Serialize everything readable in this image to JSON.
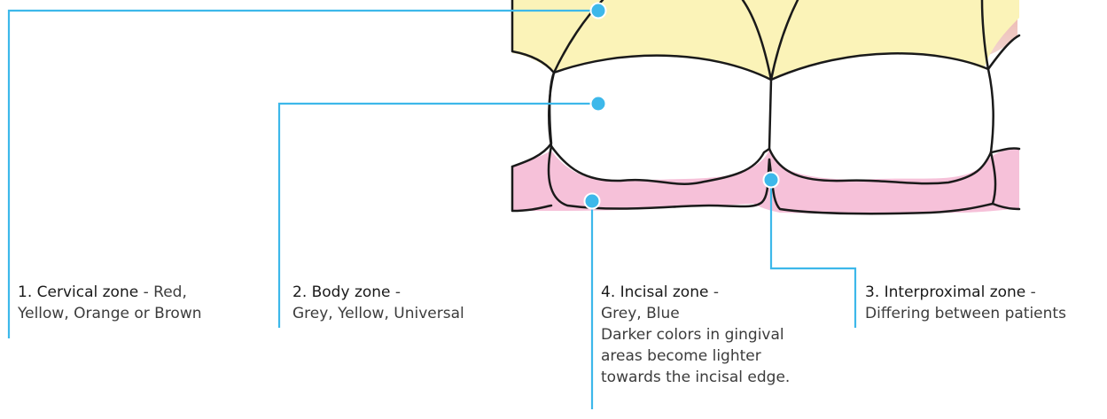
{
  "colors": {
    "leader": "#3db8ea",
    "outline": "#1a1a1a",
    "cervical_fill": "#fbf3b8",
    "gum_fill": "#ecb7b1",
    "incisal_fill": "#f6c1d9",
    "body_fill": "#ffffff"
  },
  "zones": [
    {
      "id": "cervical",
      "name": "1. Cervical zone",
      "separator": " - ",
      "desc": [
        "Red,",
        "Yellow, Orange or Brown"
      ]
    },
    {
      "id": "body",
      "name": "2. Body zone",
      "separator": " -",
      "desc": [
        "Grey, Yellow, Universal"
      ]
    },
    {
      "id": "incisal",
      "name": "4. Incisal zone",
      "separator": " -",
      "desc": [
        "Grey, Blue",
        "Darker colors in gingival",
        "areas become lighter",
        "towards the incisal edge."
      ]
    },
    {
      "id": "interproximal",
      "name": "3. Interproximal zone",
      "separator": " -",
      "desc": [
        "Differing between patients"
      ]
    }
  ]
}
